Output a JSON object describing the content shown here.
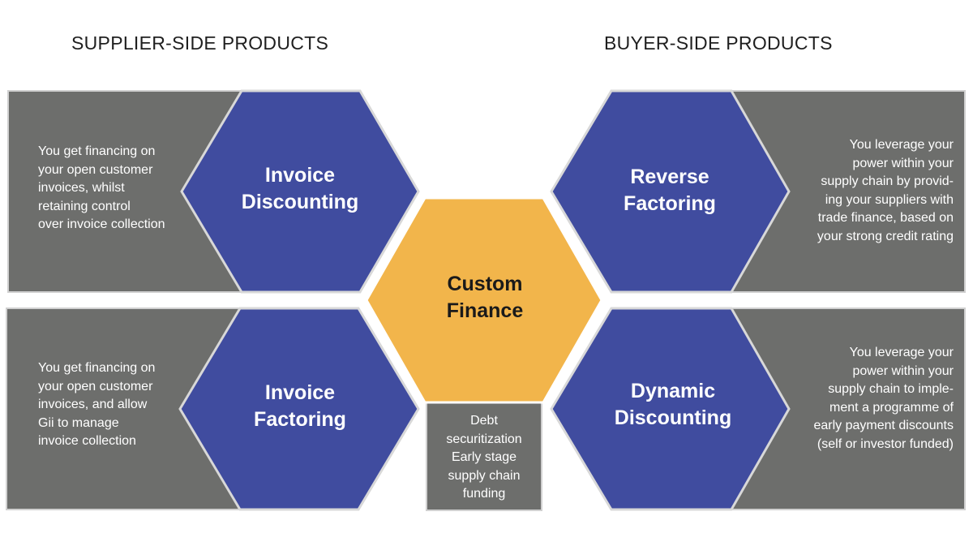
{
  "headings": {
    "supplier": "SUPPLIER-SIDE PRODUCTS",
    "buyer": "BUYER-SIDE PRODUCTS"
  },
  "products": {
    "invoice_discounting": {
      "title": "Invoice\nDiscounting",
      "description": "You get financing on\nyour open customer\ninvoices, whilst\nretaining control\nover invoice collection"
    },
    "invoice_factoring": {
      "title": "Invoice\nFactoring",
      "description": "You get financing on\nyour open customer\ninvoices, and allow\nGii to manage\ninvoice collection"
    },
    "reverse_factoring": {
      "title": "Reverse\nFactoring",
      "description": "You leverage your\npower within your\nsupply chain by provid-\ning your suppliers with\ntrade finance, based on\nyour strong credit rating"
    },
    "dynamic_discounting": {
      "title": "Dynamic\nDiscounting",
      "description": "You leverage your\npower within your\nsupply chain to imple-\nment a programme of\nearly payment discounts\n(self or investor funded)"
    },
    "custom_finance": {
      "title": "Custom\nFinance",
      "note": "Debt\nsecuritization\nEarly stage\nsupply chain\nfunding"
    }
  },
  "colors": {
    "hex_blue": "#404c9f",
    "hex_gold": "#f2b54b",
    "panel_gray": "#6d6e6c",
    "panel_border": "#cfcfcf"
  }
}
